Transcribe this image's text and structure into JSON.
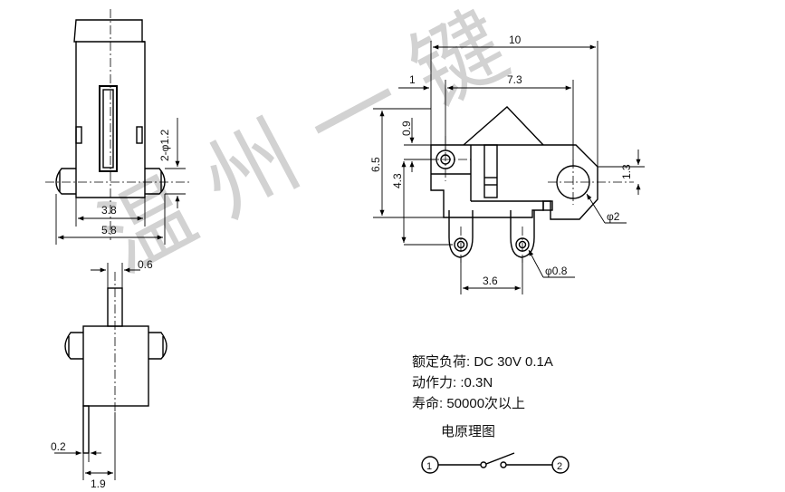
{
  "watermark": "温州一键",
  "dimensions": {
    "front_width_inner": "3.8",
    "front_width_outer": "5.8",
    "pin_hole": "2-φ1.2",
    "total_length": "10",
    "offset": "1",
    "pivot_to_hole": "7.3",
    "top_height": "0.9",
    "body_height": "6.5",
    "body_lower": "4.3",
    "hole_offset": "1.3",
    "hole_dia": "φ2",
    "terminal_hole": "φ0.8",
    "terminal_pitch": "3.6",
    "lever_width": "0.6",
    "lead_thickness": "0.2",
    "lead_offset": "1.9"
  },
  "specs": {
    "rating": "额定负荷: DC 30V 0.1A",
    "force": "动作力: :0.3N",
    "life": "寿命: 50000次以上"
  },
  "schematic": {
    "title": "电原理图",
    "terminal_1": "1",
    "terminal_2": "2"
  }
}
